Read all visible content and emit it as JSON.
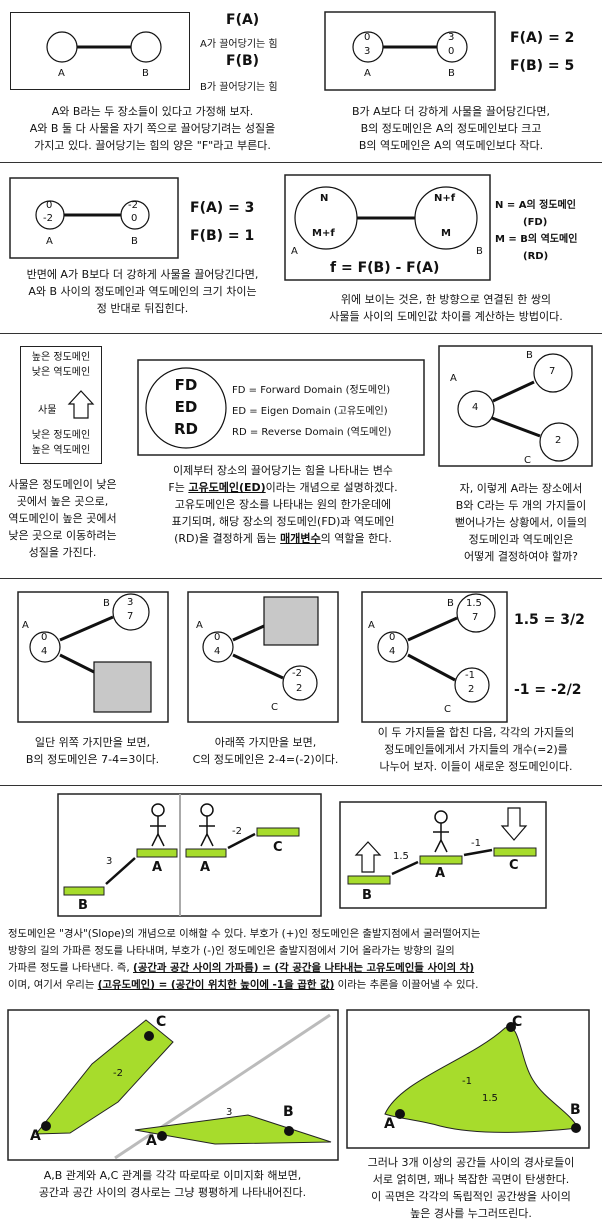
{
  "row1": {
    "panel_a": {
      "fa_title": "F(A)",
      "fa_desc": "A가 끌어당기는 힘",
      "fb_title": "F(B)",
      "fb_desc": "B가 끌어당기는 힘",
      "node_a": "A",
      "node_b": "B",
      "caption": [
        "A와 B라는 두 장소들이 있다고 가정해 보자.",
        "A와 B 둘 다 사물을 자기 쪽으로 끌어당기려는 성질을",
        "가지고 있다. 끌어당기는 힘의 양은 \"F\"라고 부른다."
      ]
    },
    "panel_b": {
      "a_top": "0",
      "a_bottom": "3",
      "b_top": "3",
      "b_bottom": "0",
      "node_a": "A",
      "node_b": "B",
      "fa": "F(A) = 2",
      "fb": "F(B) = 5",
      "caption": [
        "B가 A보다 더 강하게 사물을 끌어당긴다면,",
        "B의 정도메인은 A의 정도메인보다 크고",
        "B의 역도메인은 A의 역도메인보다 작다."
      ]
    }
  },
  "row2": {
    "panel_a": {
      "a_top": "0",
      "a_bottom": "-2",
      "b_top": "-2",
      "b_bottom": "0",
      "node_a": "A",
      "node_b": "B",
      "fa": "F(A) = 3",
      "fb": "F(B) = 1",
      "caption": [
        "반면에 A가 B보다 더 강하게 사물을 끌어당긴다면,",
        "A와 B 사이의 정도메인과 역도메인의 크기 차이는",
        "정 반대로 뒤집힌다."
      ]
    },
    "panel_b": {
      "a_top": "N",
      "a_bottom": "M+f",
      "b_top": "N+f",
      "b_bottom": "M",
      "node_a": "A",
      "node_b": "B",
      "formula": "f = F(B) - F(A)",
      "legend": [
        "N = A의 정도메인",
        "(FD)",
        "M = B의 역도메인",
        "(RD)"
      ],
      "caption": [
        "위에 보이는 것은, 한 방향으로 연결된 한 쌍의",
        "사물들 사이의 도메인값 차이를 계산하는 방법이다."
      ]
    }
  },
  "row3": {
    "arrow_box": {
      "top1": "높은 정도메인",
      "top2": "낮은 역도메인",
      "label": "사물",
      "bot1": "낮은 정도메인",
      "bot2": "높은 역도메인"
    },
    "arrow_caption": [
      "사물은 정도메인이 낮은",
      "곳에서 높은 곳으로,",
      "역도메인이 높은 곳에서",
      "낮은 곳으로 이동하려는",
      "성질을 가진다."
    ],
    "domain_box": {
      "circle": [
        "FD",
        "ED",
        "RD"
      ],
      "defs": [
        "FD = Forward Domain (정도메인)",
        "ED = Eigen Domain (고유도메인)",
        "RD = Reverse Domain (역도메인)"
      ]
    },
    "domain_caption": {
      "l1": "이제부터 장소의 끌어당기는 힘을 나타내는 변수",
      "l2a": "F는 ",
      "l2u": "고유도메인(ED)",
      "l2b": "이라는 개념으로 설명하겠다.",
      "l3": "고유도메인은 장소를 나타내는 원의 한가운데에",
      "l4": "표기되며, 해당 장소의 정도메인(FD)과 역도메인",
      "l5a": "(RD)을 결정하게 돕는 ",
      "l5u": "매개변수",
      "l5b": "의 역할을 한다."
    },
    "tree": {
      "a": "4",
      "b": "7",
      "c": "2",
      "la": "A",
      "lb": "B",
      "lc": "C"
    },
    "tree_caption": [
      "자, 이렇게 A라는 장소에서",
      "B와 C라는 두 개의 가지들이",
      "뻗어나가는 상황에서, 이들의",
      "정도메인과 역도메인은",
      "어떻게 결정하여야 할까?"
    ]
  },
  "row4": {
    "p1": {
      "a_top": "0",
      "a_bottom": "4",
      "b_top": "3",
      "b_bottom": "7",
      "la": "A",
      "lb": "B",
      "caption": [
        "일단 위쪽 가지만을 보면,",
        "B의 정도메인은 7-4=3이다."
      ]
    },
    "p2": {
      "a_top": "0",
      "a_bottom": "4",
      "c_top": "-2",
      "c_bottom": "2",
      "la": "A",
      "lc": "C",
      "caption": [
        "아래쪽 가지만을 보면,",
        "C의 정도메인은 2-4=(-2)이다."
      ]
    },
    "p3": {
      "a_top": "0",
      "a_bottom": "4",
      "b_top": "1.5",
      "b_bottom": "7",
      "c_top": "-1",
      "c_bottom": "2",
      "la": "A",
      "lb": "B",
      "lc": "C",
      "eq1": "1.5 = 3/2",
      "eq2": "-1 = -2/2",
      "caption": [
        "이 두 가지들을 합친 다음, 각각의 가지들의",
        "정도메인들에게서 가지들의 개수(=2)를",
        "나누어 보자. 이들이 새로운 정도메인이다."
      ]
    }
  },
  "row5": {
    "stairs1": {
      "b": "B",
      "a": "A",
      "s1": "3"
    },
    "stairs2": {
      "a": "A",
      "c": "C",
      "s2": "-2"
    },
    "stairs3": {
      "b": "B",
      "a": "A",
      "c": "C",
      "s1": "1.5",
      "s2": "-1"
    },
    "caption": {
      "l1": "정도메인은 \"경사\"(Slope)의 개념으로 이해할 수 있다. 부호가 (+)인 정도메인은 출발지점에서 굴러떨어지는",
      "l2": "방향의 길의 가파른 정도를 나타내며, 부호가 (-)인 정도메인은 출발지점에서 기어 올라가는 방향의 길의",
      "l3a": "가파른 정도를 나타낸다. 즉, ",
      "l3u": "(공간과 공간 사이의 가파름) = (각 공간을 나타내는 고유도메인들 사이의 차)",
      "l4a": "이며, 여기서 우리는 ",
      "l4u": "(고유도메인) = (공간이 위치한 높이에 -1을 곱한 값)",
      "l4b": " 이라는 추론을 이끌어낼 수 있다."
    }
  },
  "row6": {
    "planes": {
      "c": "C",
      "a1": "A",
      "v1": "-2",
      "a2": "A",
      "b": "B",
      "v2": "3"
    },
    "planes_caption": [
      "A,B 관계와 A,C 관계를 각각 따로따로 이미지화 해보면,",
      "공간과 공간 사이의 경사로는 그냥 평평하게 나타내어진다."
    ],
    "surface": {
      "a": "A",
      "b": "B",
      "c": "C",
      "v1": "-1",
      "v2": "1.5"
    },
    "surface_caption": [
      "그러나 3개 이상의 공간들 사이의 경사로들이",
      "서로 얽히면, 꽤나 복잡한 곡면이 탄생한다.",
      "이 곡면은 각각의 독립적인 공간쌍을 사이의",
      "높은 경사를 누그러뜨린다."
    ]
  },
  "colors": {
    "green": "#a7dc2c",
    "gray": "#c8c8c8",
    "line": "#111111"
  }
}
